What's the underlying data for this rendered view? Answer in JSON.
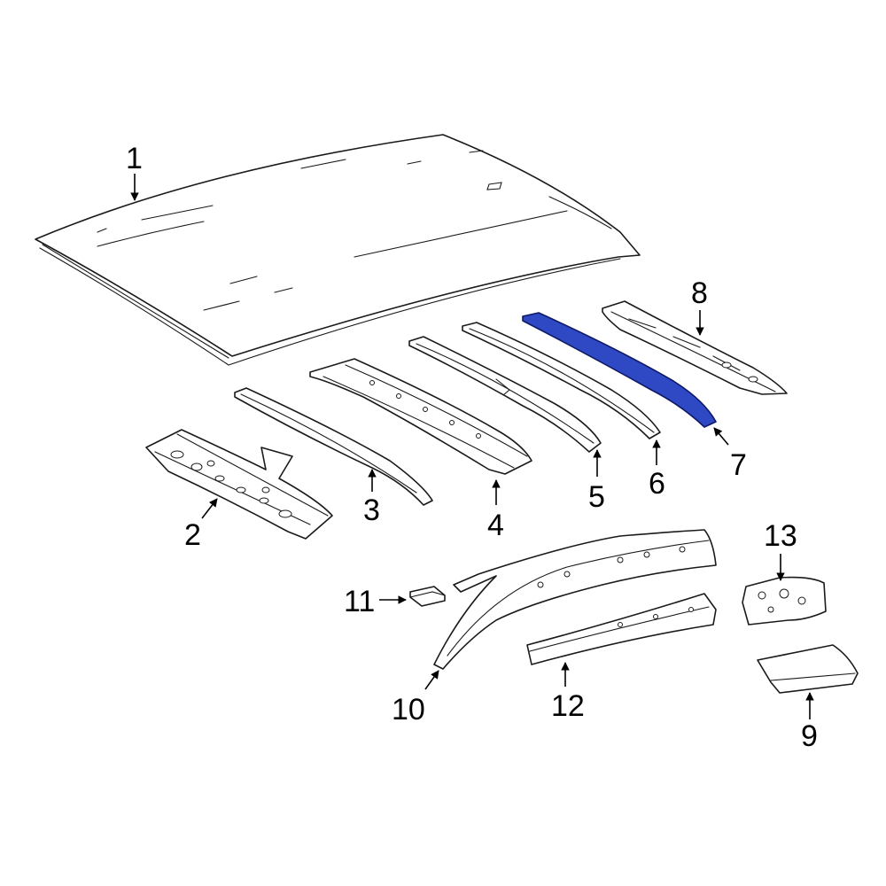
{
  "diagram": {
    "highlight_color": "#2f49c4",
    "callouts": [
      {
        "id": "1",
        "label": "1"
      },
      {
        "id": "2",
        "label": "2"
      },
      {
        "id": "3",
        "label": "3"
      },
      {
        "id": "4",
        "label": "4"
      },
      {
        "id": "5",
        "label": "5"
      },
      {
        "id": "6",
        "label": "6"
      },
      {
        "id": "7",
        "label": "7",
        "highlighted": true
      },
      {
        "id": "8",
        "label": "8"
      },
      {
        "id": "9",
        "label": "9"
      },
      {
        "id": "10",
        "label": "10"
      },
      {
        "id": "11",
        "label": "11"
      },
      {
        "id": "12",
        "label": "12"
      },
      {
        "id": "13",
        "label": "13"
      }
    ]
  }
}
